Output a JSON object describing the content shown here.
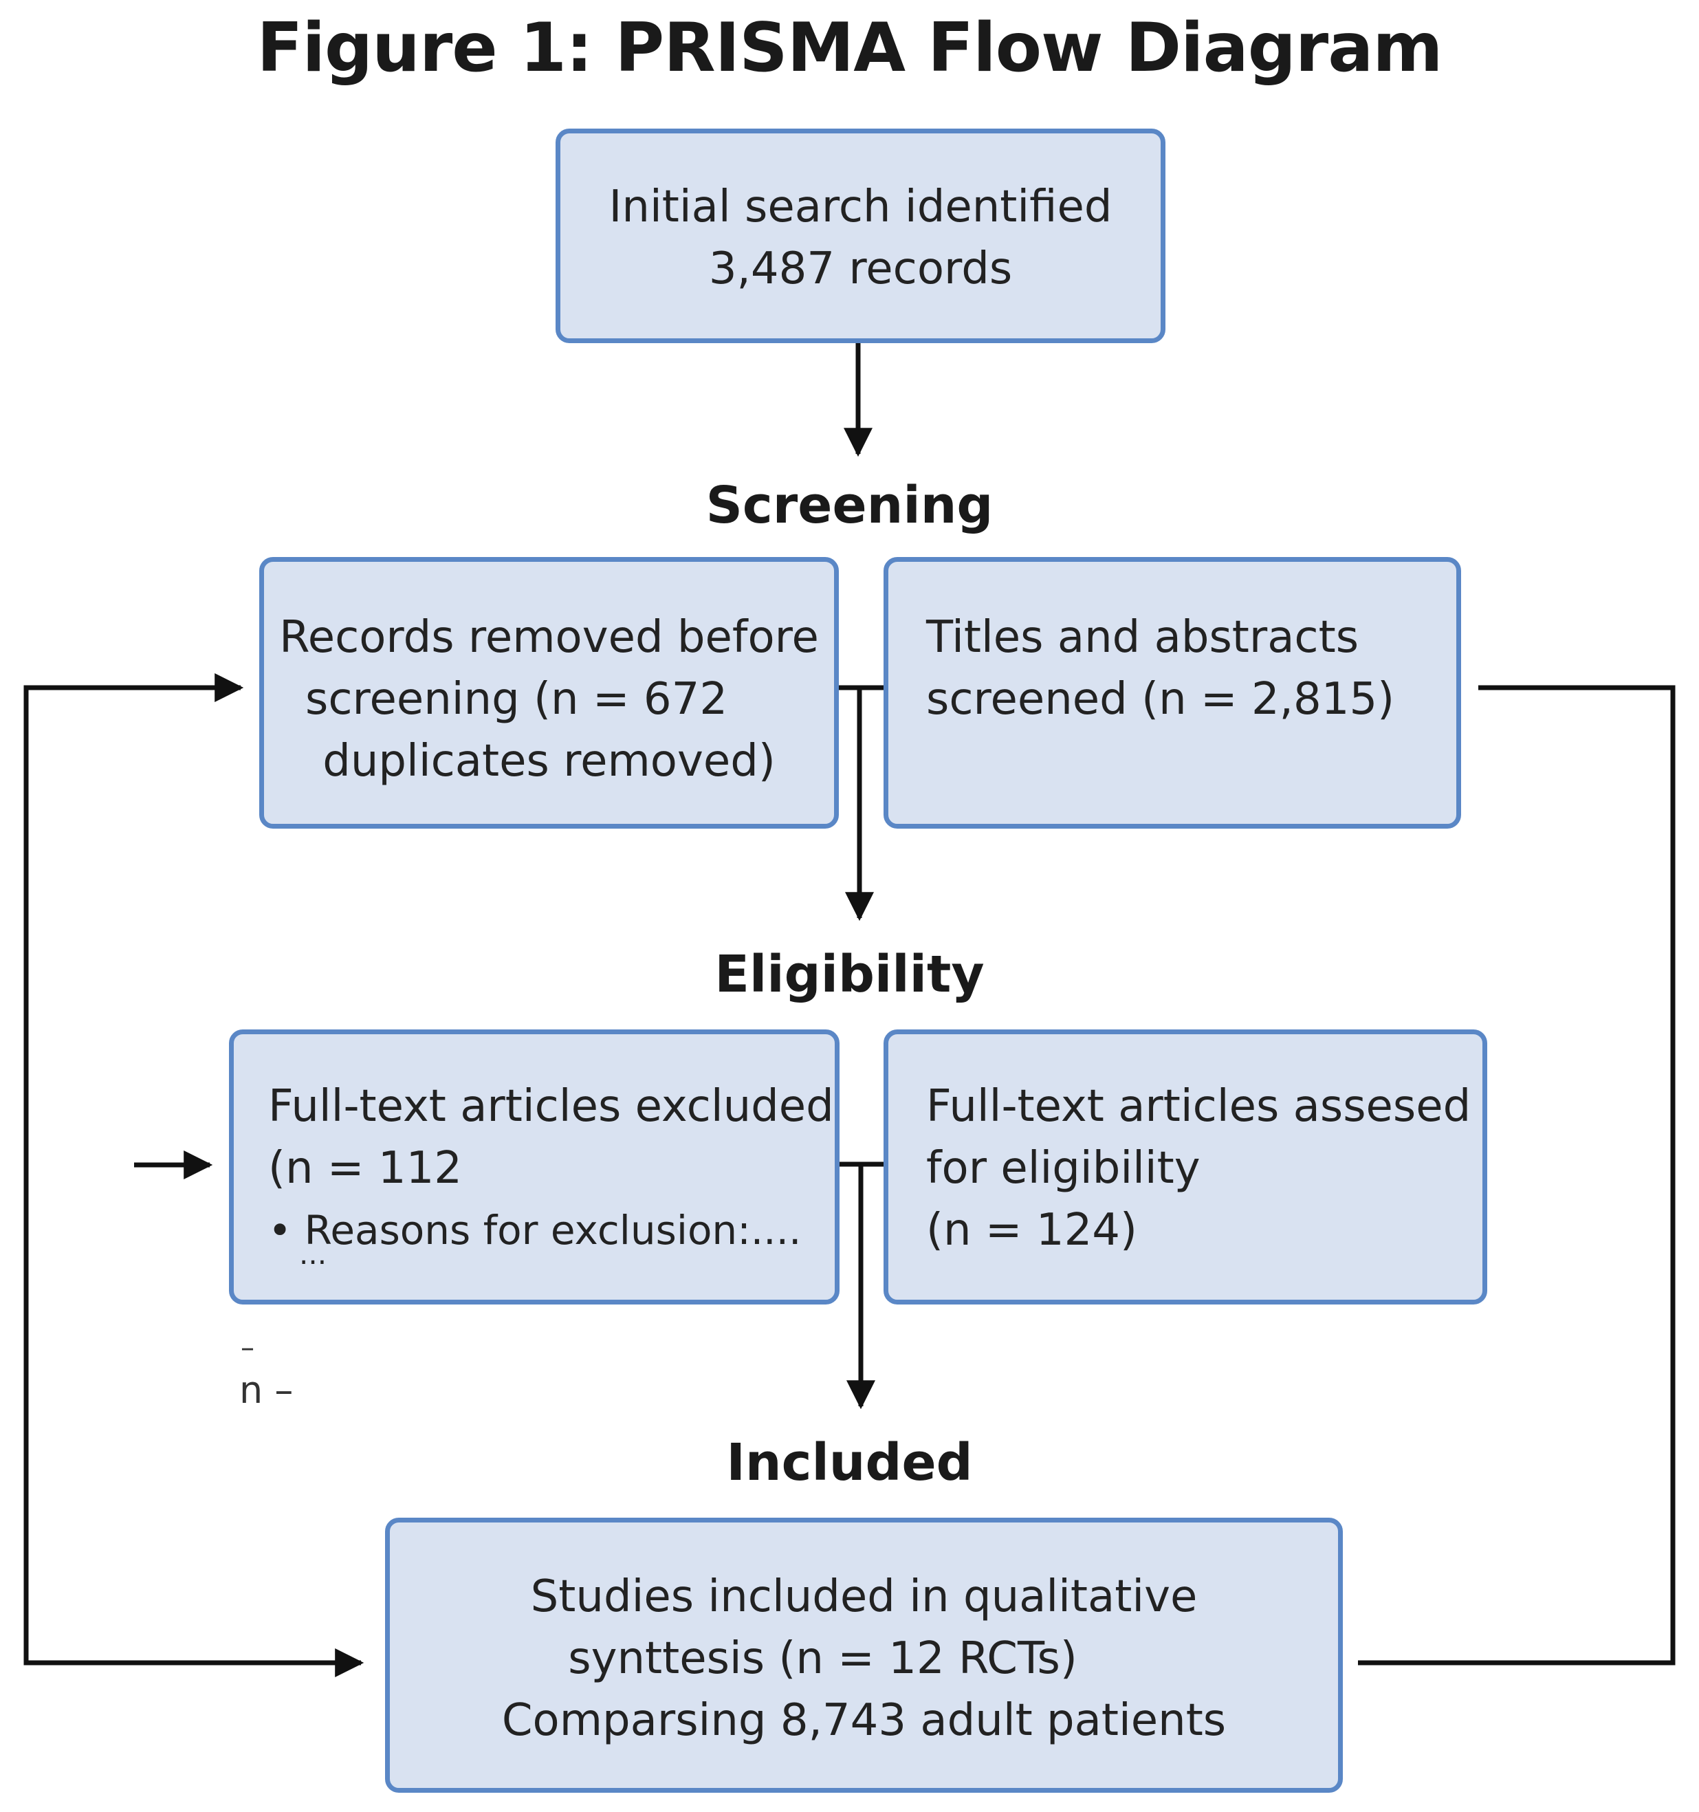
{
  "title": "Figure 1: PRISMA Flow Diagram",
  "sections": {
    "screening": "Screening",
    "eligibility": "Eligibility",
    "included": "Included"
  },
  "boxes": {
    "initial": {
      "lines": [
        "Initial search identified",
        "3,487 records"
      ]
    },
    "removed": {
      "lines": [
        "Records removed before",
        "screening (n = 672",
        "duplicates removed)"
      ]
    },
    "screened": {
      "lines": [
        "Titles and abstracts",
        "screened (n = 2,815)"
      ]
    },
    "excluded": {
      "lines": [
        "Full-text articles excluded",
        "(n = 112"
      ],
      "bullet": "Reasons for exclusion:....",
      "ellipsis": "..."
    },
    "assessed": {
      "lines": [
        "Full-text articles assesed",
        "for eligibility",
        "(n = 124)"
      ]
    },
    "included": {
      "lines": [
        "Studies included in qualitative",
        "synttesis (n = 12 RCTs)",
        "Comparsing 8,743 adult patients"
      ]
    }
  },
  "stray_text": {
    "dash": "–",
    "n_dash": "n –"
  },
  "colors": {
    "box_fill": "#d9e2f1",
    "box_border": "#5a87c6",
    "line": "#111111"
  }
}
